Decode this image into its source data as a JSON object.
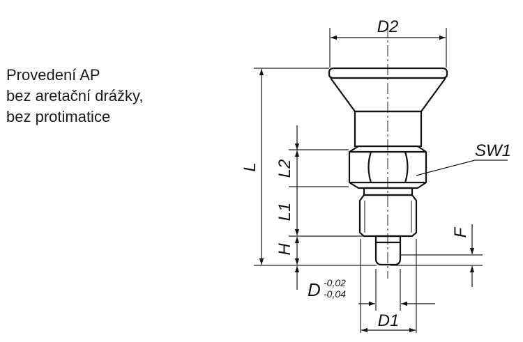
{
  "caption": {
    "line1": "Provedení AP",
    "line2": "bez aretační drážky,",
    "line3": "bez protimatice"
  },
  "dimensions": {
    "d2": "D2",
    "sw1": "SW1",
    "l": "L",
    "l2": "L2",
    "l1": "L1",
    "h": "H",
    "f": "F",
    "d": "D",
    "d_tol_upper": "-0,02",
    "d_tol_lower": "-0,04",
    "d1": "D1"
  }
}
